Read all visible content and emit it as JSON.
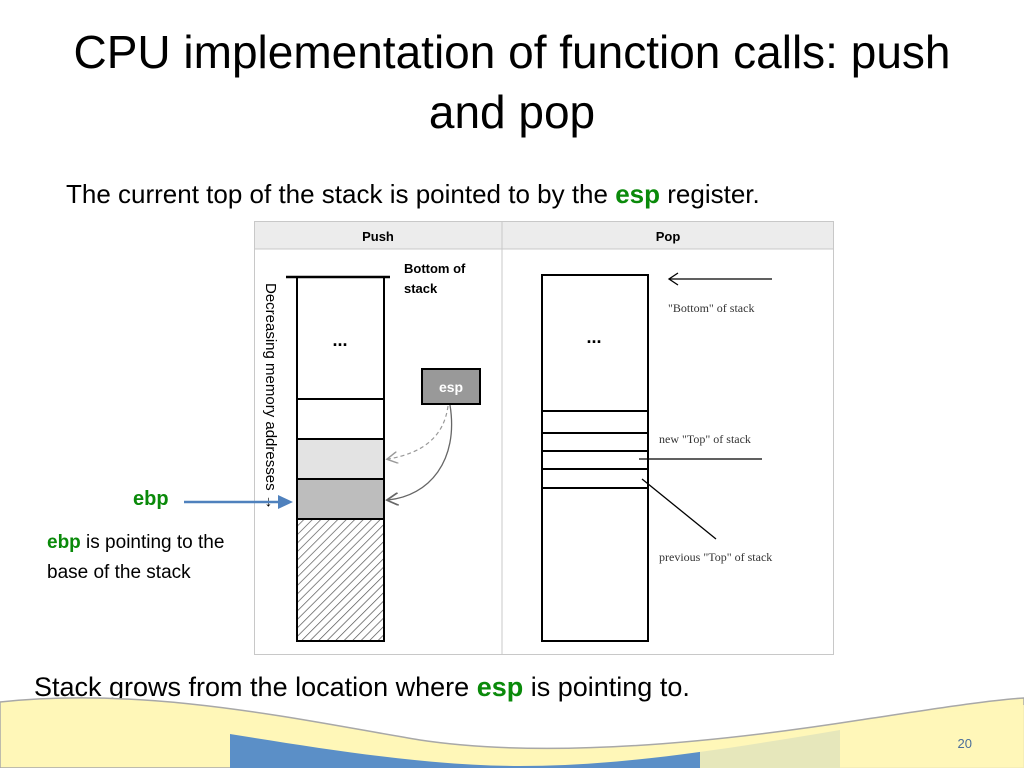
{
  "slide": {
    "title": "CPU implementation of function calls: push and pop",
    "intro": {
      "before": "The current top of the stack is pointed to by the ",
      "highlight": "esp",
      "after": " register."
    },
    "ebp_label": "ebp",
    "ebp_note": {
      "highlight": "ebp",
      "rest": " is pointing to the base of the stack"
    },
    "outro": {
      "before": "Stack grows from the location where ",
      "highlight": "esp",
      "after": " is pointing to."
    },
    "page_number": "20",
    "colors": {
      "highlight_green": "#0a8a0a",
      "arrow_blue": "#4f81bd",
      "wave_yellow": "#fff7b8",
      "wave_blue": "#5b8fc7"
    }
  },
  "figure": {
    "push_header": "Push",
    "pop_header": "Pop",
    "push_bottom_label_line1": "Bottom of",
    "push_bottom_label_line2": "stack",
    "push_side_label": "Decreasing memory addresses →",
    "push_ellipsis": "...",
    "esp_box": "esp",
    "pop_ellipsis": "...",
    "pop_bottom_label": "\"Bottom\" of stack",
    "pop_new_top_label": "new \"Top\" of stack",
    "pop_prev_top_label": "previous \"Top\" of stack"
  }
}
